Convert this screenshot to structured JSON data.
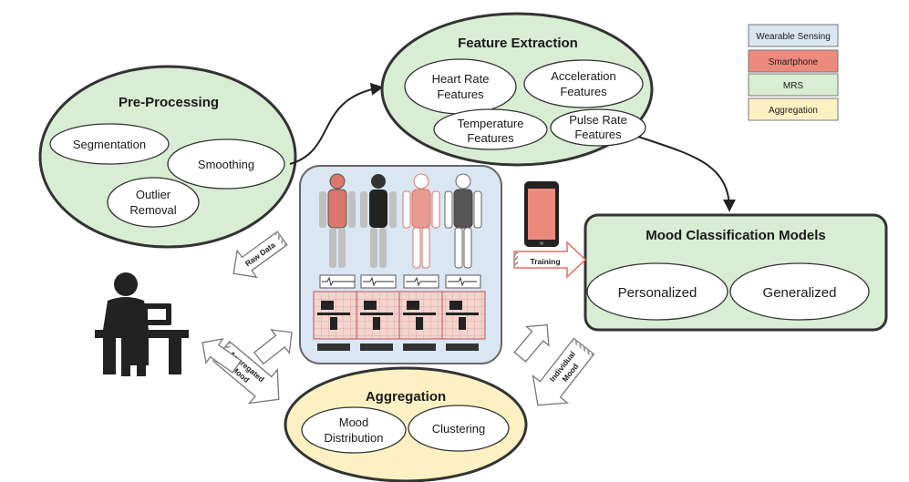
{
  "legend": [
    {
      "label": "Wearable Sensing",
      "color": "#dbe6f3"
    },
    {
      "label": "Smartphone",
      "color": "#ec8b7d"
    },
    {
      "label": "MRS",
      "color": "#d9ecd4"
    },
    {
      "label": "Aggregation",
      "color": "#fdf1c3"
    }
  ],
  "preprocessing": {
    "title": "Pre-Processing",
    "items": [
      "Segmentation",
      "Smoothing",
      "Outlier",
      "Removal"
    ]
  },
  "feature_extraction": {
    "title": "Feature Extraction",
    "hr": [
      "Heart Rate",
      "Features"
    ],
    "acc": [
      "Acceleration",
      "Features"
    ],
    "temp": [
      "Temperature",
      "Features"
    ],
    "pulse": [
      "Pulse Rate",
      "Features"
    ]
  },
  "mood_models": {
    "title": "Mood Classification Models",
    "personalized": "Personalized",
    "generalized": "Generalized"
  },
  "aggregation": {
    "title": "Aggregation",
    "mood_dist": [
      "Mood",
      "Distribution"
    ],
    "clustering": "Clustering"
  },
  "arrows": {
    "raw_data": "Raw Data",
    "training": "Training",
    "aggregated_mood": [
      "Aggregated",
      "Mood"
    ],
    "individual_mood": [
      "Individual",
      "Mood"
    ]
  },
  "colors": {
    "mrs_fill": "#d9ecd4",
    "aggregation_fill": "#fdf1c3",
    "wearable_fill": "#dbe6f3",
    "smartphone_fill": "#ec8b7d"
  }
}
